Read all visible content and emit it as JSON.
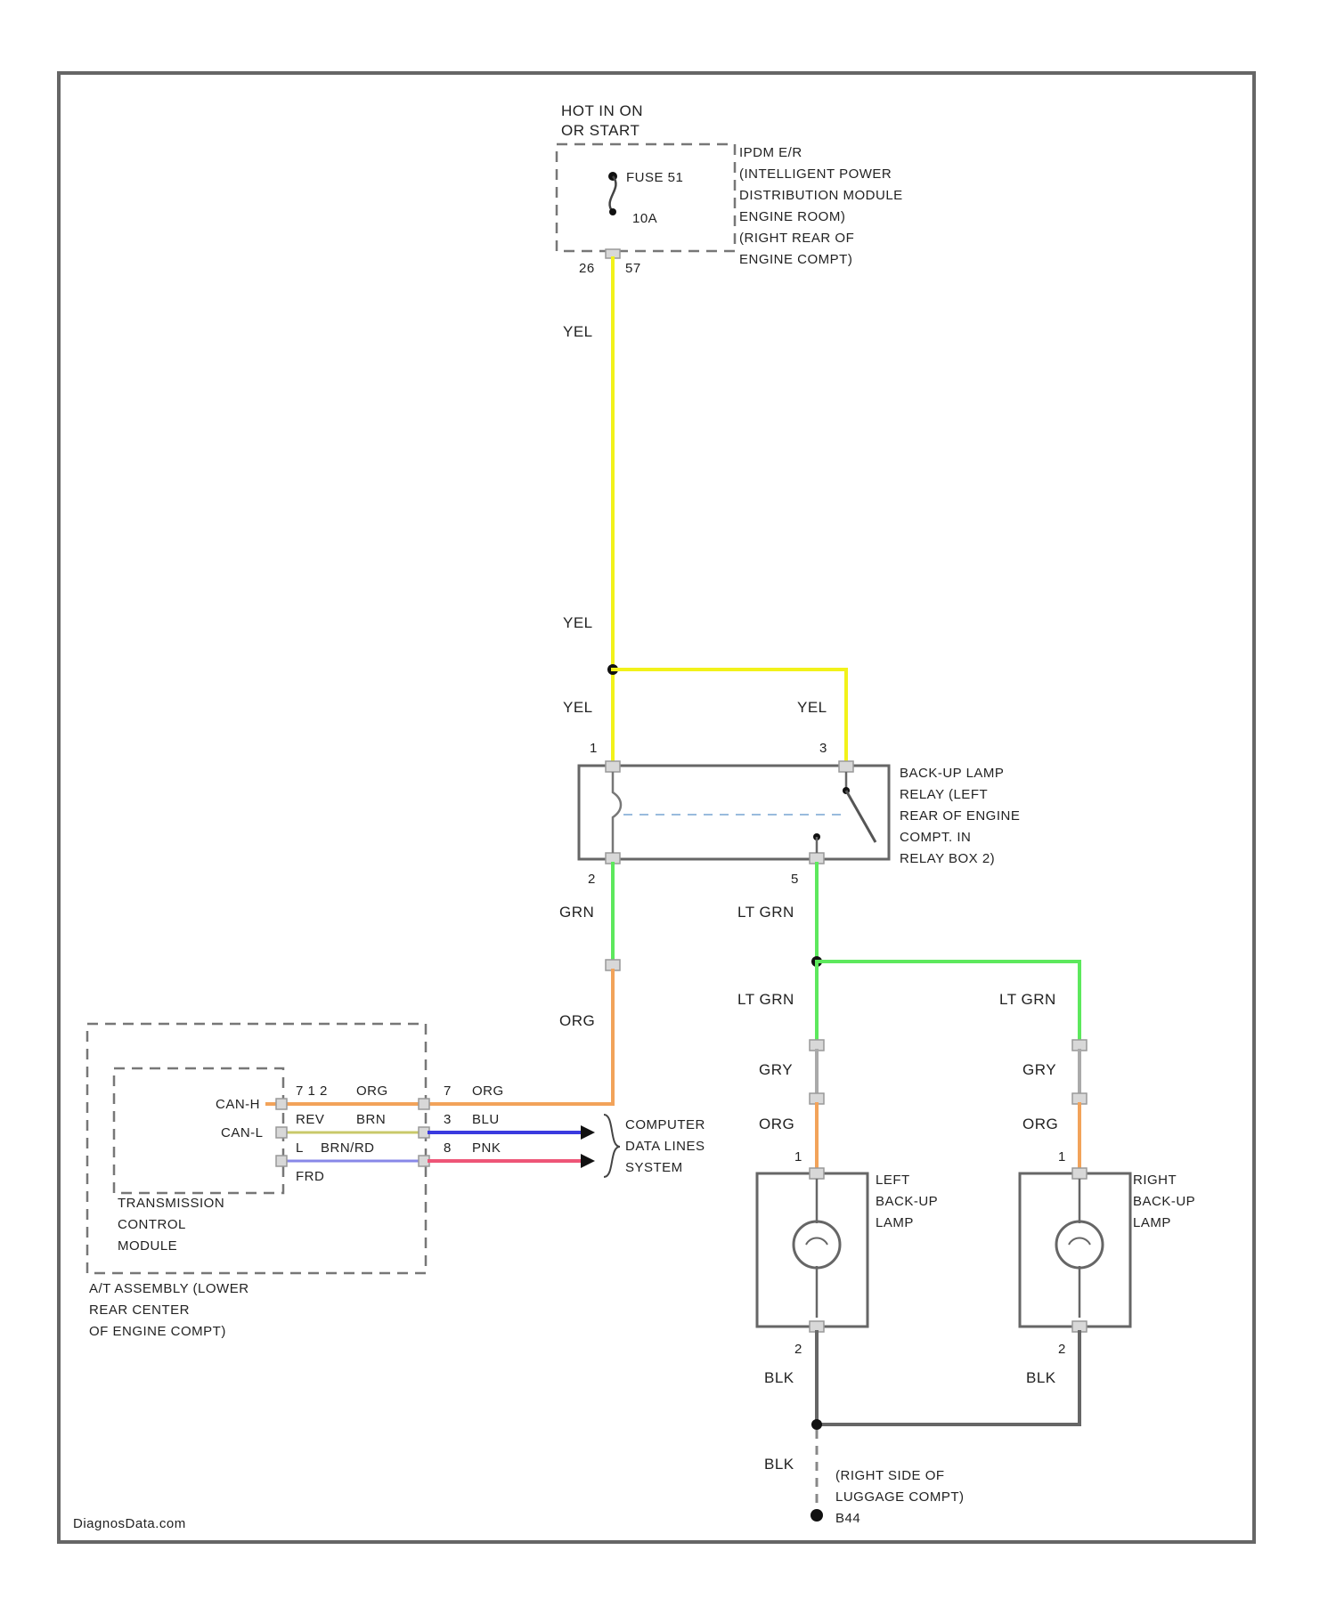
{
  "colors": {
    "yel": "#f2f21a",
    "grn": "#5de85d",
    "org": "#f2a35a",
    "blu": "#3a3adf",
    "pnk": "#ee5577",
    "blk": "#666666",
    "gry": "#aaaaaa"
  },
  "power": {
    "hot_line1": "HOT IN ON",
    "hot_line2": "OR START",
    "fuse_label": "FUSE 51",
    "fuse_amp": "10A",
    "ipdm_lines": [
      "IPDM E/R",
      "(INTELLIGENT POWER",
      "DISTRIBUTION MODULE",
      "ENGINE ROOM)",
      "(RIGHT REAR OF",
      "ENGINE COMPT)"
    ],
    "pin_left": "26",
    "pin_right": "57"
  },
  "wire_labels": {
    "yel_top": "YEL",
    "yel_mid": "YEL",
    "yel_left": "YEL",
    "yel_right": "YEL",
    "grn": "GRN",
    "org_vertical": "ORG",
    "lt_grn_1": "LT GRN",
    "lt_grn_2": "LT GRN",
    "lt_grn_3": "LT GRN",
    "gry_left": "GRY",
    "gry_right": "GRY",
    "org_left": "ORG",
    "org_right": "ORG",
    "blk_left": "BLK",
    "blk_right": "BLK",
    "blk_ground": "BLK"
  },
  "relay": {
    "pin1": "1",
    "pin3": "3",
    "pin2": "2",
    "pin5": "5",
    "name_lines": [
      "BACK-UP LAMP",
      "RELAY (LEFT",
      "REAR OF ENGINE",
      "COMPT. IN",
      "RELAY BOX 2)"
    ]
  },
  "tcm": {
    "pins": [
      "CAN-H",
      "CAN-L"
    ],
    "inner_rows": [
      {
        "pin": "7 1 2",
        "color": "ORG"
      },
      {
        "pin": "REV",
        "color": "BRN"
      },
      {
        "pin": "L",
        "color": "BRN/RD"
      },
      {
        "pin": "FRD",
        "color": ""
      }
    ],
    "outer_rows": [
      {
        "pin": "7",
        "color": "ORG"
      },
      {
        "pin": "3",
        "color": "BLU"
      },
      {
        "pin": "8",
        "color": "PNK"
      }
    ],
    "name_lines": [
      "TRANSMISSION",
      "CONTROL",
      "MODULE"
    ],
    "location_lines": [
      "A/T ASSEMBLY (LOWER",
      "REAR CENTER",
      "OF ENGINE COMPT)"
    ],
    "data_lines": [
      "COMPUTER",
      "DATA LINES",
      "SYSTEM"
    ]
  },
  "lamps": {
    "left_pin_top": "1",
    "left_pin_bottom": "2",
    "left_name": [
      "LEFT",
      "BACK-UP",
      "LAMP"
    ],
    "right_pin_top": "1",
    "right_pin_bottom": "2",
    "right_name": [
      "RIGHT",
      "BACK-UP",
      "LAMP"
    ]
  },
  "ground": {
    "location_lines": [
      "(RIGHT SIDE OF",
      "LUGGAGE COMPT)"
    ],
    "name": "B44"
  },
  "footer": "DiagnosData.com"
}
